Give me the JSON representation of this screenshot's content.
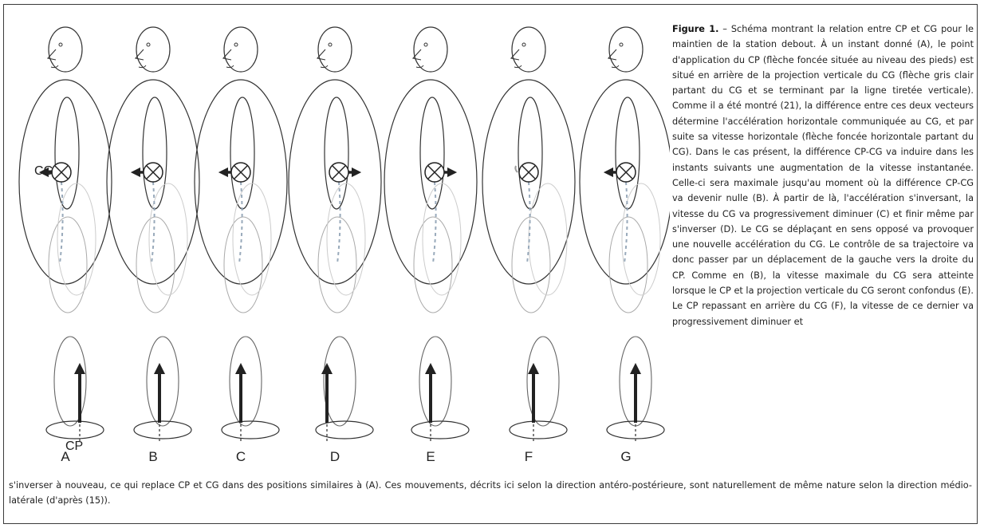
{
  "figure": {
    "panels": [
      "A",
      "B",
      "C",
      "D",
      "E",
      "F",
      "G"
    ],
    "cg_label": "CG",
    "cp_label": "CP",
    "figure_label": "Figure 1.",
    "caption_side": " – Schéma montrant la relation entre CP et CG pour le maintien de la station debout. À un instant donné (A), le point d'application du CP (flèche foncée située au niveau des pieds) est situé en arrière de la projection verticale du CG (flèche gris clair partant du CG et se terminant par la ligne tiretée verticale). Comme il a été montré (21), la différence entre ces deux vecteurs détermine l'accélération horizontale communiquée au CG, et par suite sa vitesse horizontale (flèche foncée horizontale partant du CG). Dans le cas présent, la différence CP-CG va induire dans les instants suivants une augmentation de la vitesse instantanée. Celle-ci sera maximale jusqu'au moment où la différence CP-CG va devenir nulle (B). À partir de là, l'accélération s'inversant, la vitesse du CG va progressivement diminuer (C) et finir même par s'inverser (D). Le CG se déplaçant en sens opposé va provoquer une nouvelle accélération du CG. Le contrôle de sa trajectoire va donc passer par un déplacement de la gauche vers la droite du CP. Comme en (B), la vitesse maximale du CG sera atteinte lorsque le CP et la projection verticale du CG seront confondus (E). Le CP repassant en arrière du CG (F), la vitesse de ce dernier va progressivement diminuer et",
    "caption_bottom": "s'inverser à nouveau, ce qui replace CP et CG dans des positions similaires à (A). Ces mouvements, décrits ici selon la direction antéro-postérieure, sont naturellement de même nature selon la direction médio-latérale (d'après (15))."
  }
}
